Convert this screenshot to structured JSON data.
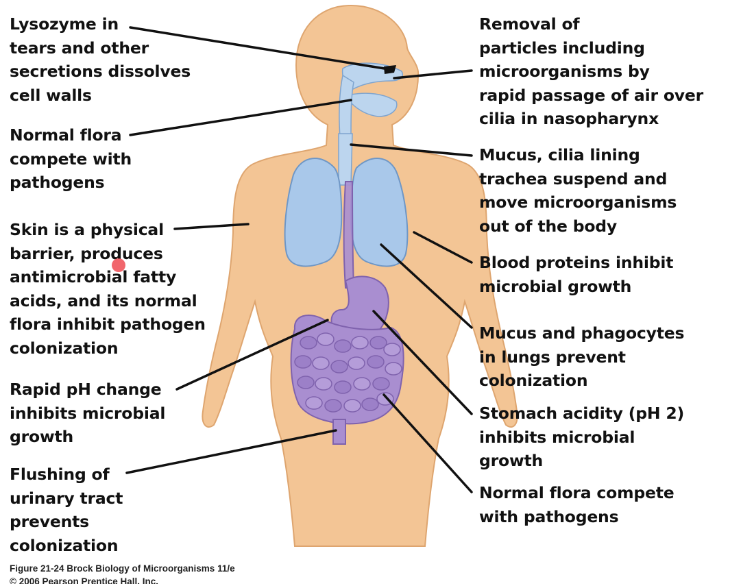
{
  "colors": {
    "skin": "#f3c595",
    "skin_outline": "#dea56f",
    "lung": "#a9c8ea",
    "airway": "#bcd5ee",
    "gut": "#a98ed0",
    "gut_dark": "#7f62ad",
    "leader_line": "#111111",
    "cursor": "#ef4b52"
  },
  "labels": {
    "left": [
      {
        "id": "lysozyme",
        "lines": [
          "Lysozyme in",
          "tears and other",
          "secretions dissolves",
          "cell walls"
        ]
      },
      {
        "id": "normal-flora-upper",
        "lines": [
          "Normal flora",
          "compete with",
          "pathogens"
        ]
      },
      {
        "id": "skin",
        "lines": [
          "Skin is a physical",
          "barrier, produces",
          "antimicrobial fatty",
          "acids, and its normal",
          "flora inhibit pathogen",
          "colonization"
        ]
      },
      {
        "id": "ph-change",
        "lines": [
          "Rapid pH change",
          "inhibits microbial",
          "growth"
        ]
      },
      {
        "id": "urinary",
        "lines": [
          "Flushing of",
          "urinary tract",
          "prevents",
          "colonization"
        ]
      }
    ],
    "right": [
      {
        "id": "nasopharynx",
        "lines": [
          "Removal of",
          "particles including",
          "microorganisms  by",
          "rapid passage of air over",
          "cilia in nasopharynx"
        ]
      },
      {
        "id": "trachea",
        "lines": [
          "Mucus, cilia lining",
          "trachea suspend and",
          "move microorganisms",
          "out of the body"
        ]
      },
      {
        "id": "blood",
        "lines": [
          "Blood proteins inhibit",
          "microbial growth"
        ]
      },
      {
        "id": "lungs",
        "lines": [
          "Mucus and phagocytes",
          "in lungs prevent",
          "colonization"
        ]
      },
      {
        "id": "stomach",
        "lines": [
          "Stomach acidity (pH 2)",
          "inhibits microbial",
          "growth"
        ]
      },
      {
        "id": "normal-flora-lower",
        "lines": [
          "Normal flora compete",
          "with pathogens"
        ]
      }
    ]
  },
  "caption": {
    "line1": "Figure 21-24  Brock Biology of Microorganisms 11/e",
    "line2": "© 2006 Pearson Prentice Hall, Inc."
  }
}
